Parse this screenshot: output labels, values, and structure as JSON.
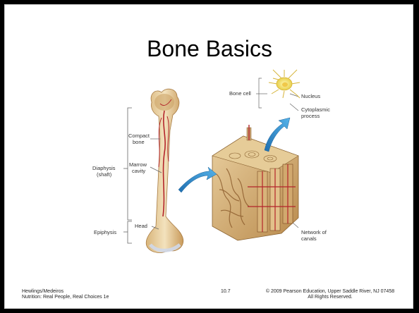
{
  "slide": {
    "title": "Bone Basics"
  },
  "figure": {
    "labels": {
      "bone_cell": "Bone cell",
      "nucleus": "Nucleus",
      "cytoplasmic_1": "Cytoplasmic",
      "cytoplasmic_2": "process",
      "compact_1": "Compact",
      "compact_2": "bone",
      "marrow_1": "Marrow",
      "marrow_2": "cavity",
      "diaphysis_1": "Diaphysis",
      "diaphysis_2": "(shaft)",
      "head": "Head",
      "epiphysis": "Epiphysis",
      "network_1": "Network of",
      "network_2": "canals"
    }
  },
  "footer": {
    "author": "Hewlings/Medeiros",
    "book": "Nutrition: Real People, Real Choices 1e",
    "page": "10.7",
    "copyright": "© 2009 Pearson Education, Upper Saddle River, NJ 07458",
    "rights": "All Rights Reserved."
  },
  "colors": {
    "bone": "#e8cf9c",
    "bone_dark": "#b98a4c",
    "vessel": "#b3242a",
    "arrow": "#2e8fd0",
    "cell": "#f4e27a"
  }
}
